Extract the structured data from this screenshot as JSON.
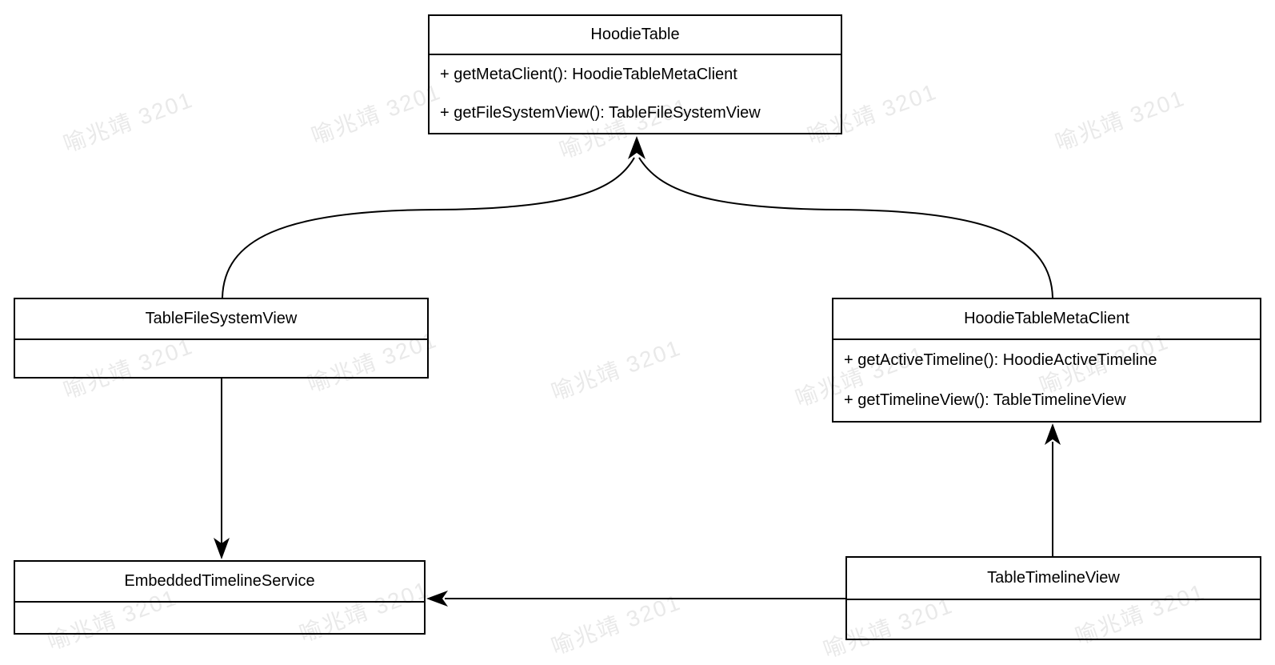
{
  "diagram": {
    "type": "uml-class-diagram",
    "classes": [
      {
        "name": "HoodieTable",
        "methods": [
          "+ getMetaClient(): HoodieTableMetaClient",
          "+ getFileSystemView(): TableFileSystemView"
        ]
      },
      {
        "name": "TableFileSystemView",
        "methods": []
      },
      {
        "name": "HoodieTableMetaClient",
        "methods": [
          "+ getActiveTimeline(): HoodieActiveTimeline",
          "+ getTimelineView(): TableTimelineView"
        ]
      },
      {
        "name": "EmbeddedTimelineService",
        "methods": []
      },
      {
        "name": "TableTimelineView",
        "methods": []
      }
    ],
    "relationships": [
      {
        "from": "TableFileSystemView",
        "to": "HoodieTable",
        "style": "curved",
        "arrow": "filled"
      },
      {
        "from": "HoodieTableMetaClient",
        "to": "HoodieTable",
        "style": "curved",
        "arrow": "filled"
      },
      {
        "from": "TableFileSystemView",
        "to": "EmbeddedTimelineService",
        "style": "straight-vertical",
        "arrow": "filled"
      },
      {
        "from": "TableTimelineView",
        "to": "HoodieTableMetaClient",
        "style": "straight-vertical",
        "arrow": "filled"
      },
      {
        "from": "TableTimelineView",
        "to": "EmbeddedTimelineService",
        "style": "straight-horizontal",
        "arrow": "filled"
      }
    ],
    "watermark": {
      "text": "喻兆靖 3201",
      "color": "#e9e9e9"
    },
    "colors": {
      "stroke": "#000000",
      "text": "#000000",
      "background": "#ffffff"
    }
  }
}
